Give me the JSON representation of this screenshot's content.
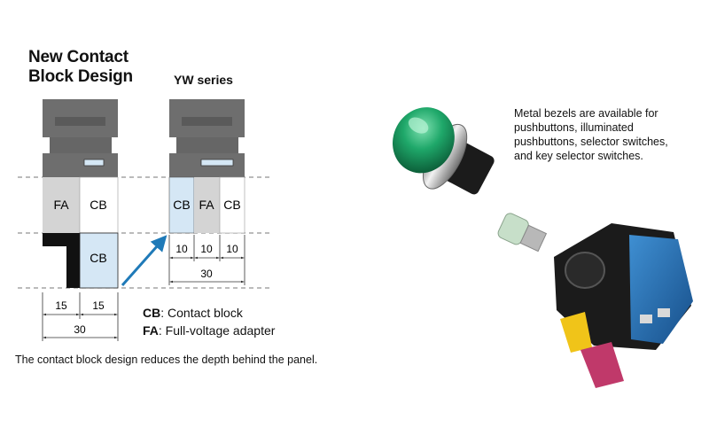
{
  "left": {
    "title_line1": "New Contact",
    "title_line2": "Block Design",
    "label_fa": "FA",
    "label_cb_top": "CB",
    "label_cb_bottom": "CB",
    "dim_a": "15",
    "dim_b": "15",
    "dim_total": "30"
  },
  "right": {
    "title": "YW series",
    "label_cb1": "CB",
    "label_fa": "FA",
    "label_cb2": "CB",
    "dim_a": "10",
    "dim_b": "10",
    "dim_c": "10",
    "dim_total": "30"
  },
  "legend": {
    "cb_abbr": "CB",
    "cb_text": ": Contact block",
    "fa_abbr": "FA",
    "fa_text": ": Full-voltage adapter"
  },
  "caption": "The contact block design reduces the depth behind the panel.",
  "note": {
    "line1": "Metal bezels are available for",
    "line2": "pushbuttons, illuminated",
    "line3": "pushbuttons, selector switches,",
    "line4": "and key selector switches."
  },
  "colors": {
    "body_gray": "#6e6e6e",
    "cb_blue": "#d5e7f5",
    "fa_gray": "#d4d4d4",
    "arrow": "#1f7ab8",
    "lens_green": "#1fa86a",
    "module_blue": "#1f6fb3"
  }
}
